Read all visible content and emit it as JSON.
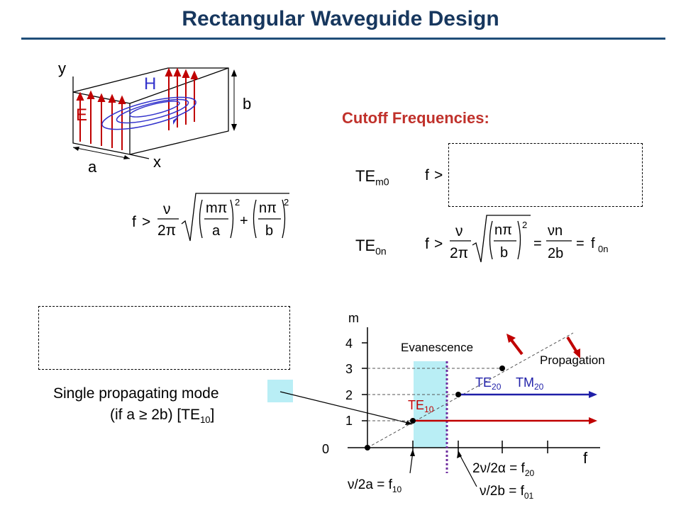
{
  "title": "Rectangular Waveguide Design",
  "waveguide": {
    "axis_y": "y",
    "axis_x": "x",
    "dim_a": "a",
    "dim_b": "b",
    "e_field": "E",
    "h_field": "H",
    "colors": {
      "e_field": "#c00000",
      "h_field": "#3333cc"
    }
  },
  "general_condition": {
    "f": "f",
    "gt": ">",
    "nu": "ν",
    "two_pi": "2π",
    "m_pi": "mπ",
    "n_pi": "nπ",
    "a": "a",
    "b": "b",
    "exp": "2",
    "plus": "+"
  },
  "cutoff": {
    "heading": "Cutoff Frequencies:",
    "te_m0": {
      "base": "TE",
      "sub": "m0",
      "f": "f",
      "gt": ">"
    },
    "te_0n": {
      "base": "TE",
      "sub": "0n",
      "f": "f",
      "gt": ">",
      "nu": "ν",
      "two_pi": "2π",
      "n_pi": "nπ",
      "b": "b",
      "exp": "2",
      "eq1": "=",
      "nu_n": "νn",
      "two_b": "2b",
      "eq2": "=",
      "f0n": "f",
      "f0n_sub": "0n"
    }
  },
  "single_mode": {
    "line1": "Single propagating mode",
    "line2_pre": "(if a ",
    "ge": "≥",
    "line2_mid": " 2b) [TE",
    "line2_sub": "10",
    "line2_post": "]"
  },
  "mode_chart": {
    "y_axis_label": "m",
    "x_axis_label": "f",
    "y_ticks": [
      "0",
      "1",
      "2",
      "3",
      "4"
    ],
    "evanescence_label": "Evanescence",
    "propagation_label": "Propagation",
    "te10": {
      "base": "TE",
      "sub": "10"
    },
    "te20": {
      "base": "TE",
      "sub": "20"
    },
    "tm20": {
      "base": "TM",
      "sub": "20"
    },
    "f10_label": {
      "pre": "ν/2a = f",
      "sub": "10"
    },
    "f20_label": {
      "pre": "2ν/2α = f",
      "sub": "20"
    },
    "f01_label": {
      "pre": "ν/2b = f",
      "sub": "01"
    },
    "colors": {
      "te10_line": "#c00000",
      "te20_line": "#1f1fa8",
      "arrow": "#c00000",
      "cutoff_line": "#7030a0",
      "band": "#b9eef5"
    }
  }
}
